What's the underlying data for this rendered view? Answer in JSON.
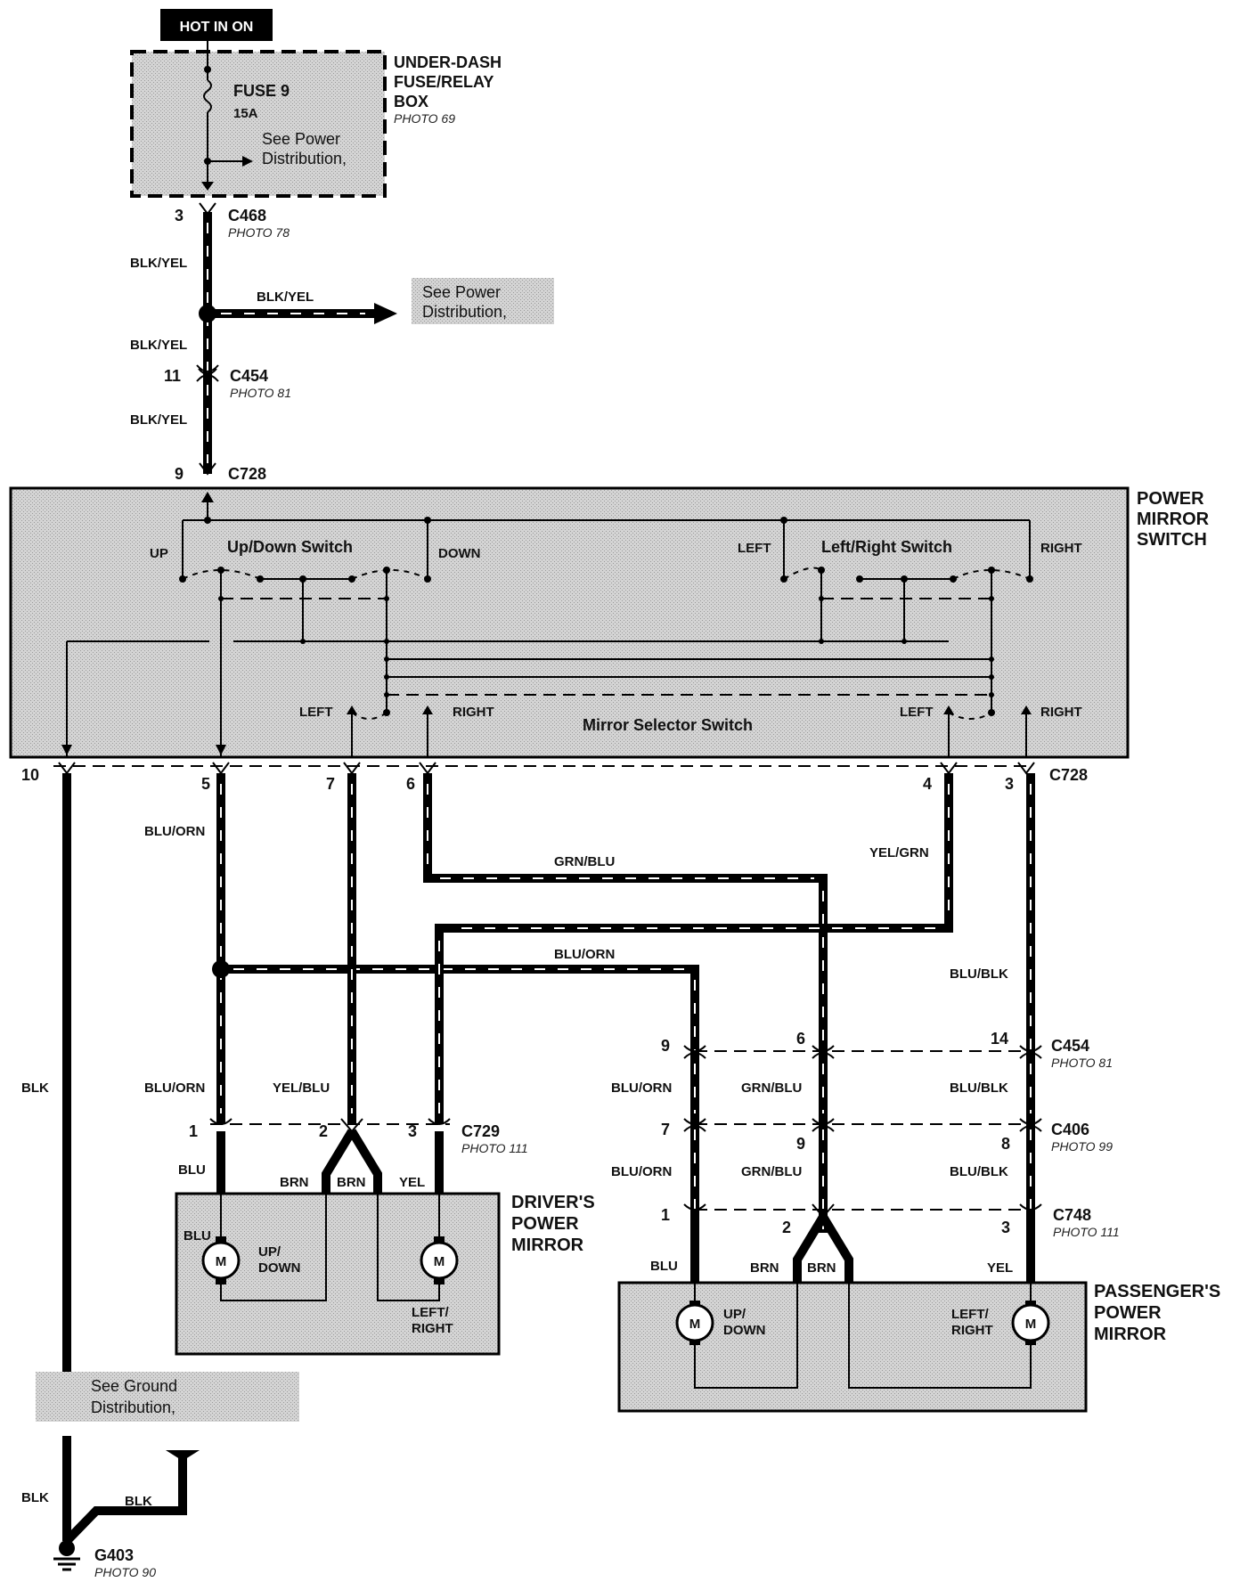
{
  "header": {
    "hot_label": "HOT IN ON"
  },
  "fuse_box": {
    "title_line1": "UNDER-DASH",
    "title_line2": "FUSE/RELAY",
    "title_line3": "BOX",
    "photo": "PHOTO 69",
    "fuse_name": "FUSE 9",
    "fuse_rating": "15A",
    "see_line1": "See Power",
    "see_line2": "Distribution,"
  },
  "connectors": {
    "c468": {
      "name": "C468",
      "photo": "PHOTO 78",
      "pin": "3"
    },
    "c454_top": {
      "name": "C454",
      "photo": "PHOTO 81",
      "pin": "11"
    },
    "c728_top": {
      "name": "C728",
      "pin": "9"
    },
    "c728_bottom": {
      "name": "C728",
      "pins": [
        "10",
        "5",
        "7",
        "6",
        "4",
        "3"
      ]
    },
    "c729": {
      "name": "C729",
      "photo": "PHOTO 111",
      "pins": [
        "1",
        "2",
        "3"
      ]
    },
    "c454_right": {
      "name": "C454",
      "photo": "PHOTO 81",
      "pins": [
        "9",
        "6",
        "14"
      ]
    },
    "c406": {
      "name": "C406",
      "photo": "PHOTO 99",
      "pins": [
        "7",
        "9",
        "8"
      ]
    },
    "c748": {
      "name": "C748",
      "photo": "PHOTO 111",
      "pins": [
        "1",
        "2",
        "3"
      ]
    }
  },
  "wires": {
    "blk_yel": "BLK/YEL",
    "blu_orn": "BLU/ORN",
    "grn_blu": "GRN/BLU",
    "yel_grn": "YEL/GRN",
    "blu_blk": "BLU/BLK",
    "yel_blu": "YEL/BLU",
    "blk": "BLK",
    "blu": "BLU",
    "brn": "BRN",
    "yel": "YEL"
  },
  "splice_note": {
    "line1": "See Power",
    "line2": "Distribution,"
  },
  "switch": {
    "title_line1": "POWER",
    "title_line2": "MIRROR",
    "title_line3": "SWITCH",
    "updown": "Up/Down Switch",
    "leftright": "Left/Right Switch",
    "selector": "Mirror Selector Switch",
    "up": "UP",
    "down": "DOWN",
    "left": "LEFT",
    "right": "RIGHT"
  },
  "drivers_mirror": {
    "title_line1": "DRIVER'S",
    "title_line2": "POWER",
    "title_line3": "MIRROR",
    "motor": "M",
    "updown_line1": "UP/",
    "updown_line2": "DOWN",
    "leftright_line1": "LEFT/",
    "leftright_line2": "RIGHT"
  },
  "passenger_mirror": {
    "title_line1": "PASSENGER'S",
    "title_line2": "POWER",
    "title_line3": "MIRROR",
    "motor": "M",
    "updown_line1": "UP/",
    "updown_line2": "DOWN",
    "leftright_line1": "LEFT/",
    "leftright_line2": "RIGHT"
  },
  "ground": {
    "see_line1": "See Ground",
    "see_line2": "Distribution,",
    "name": "G403",
    "photo": "PHOTO 90"
  }
}
